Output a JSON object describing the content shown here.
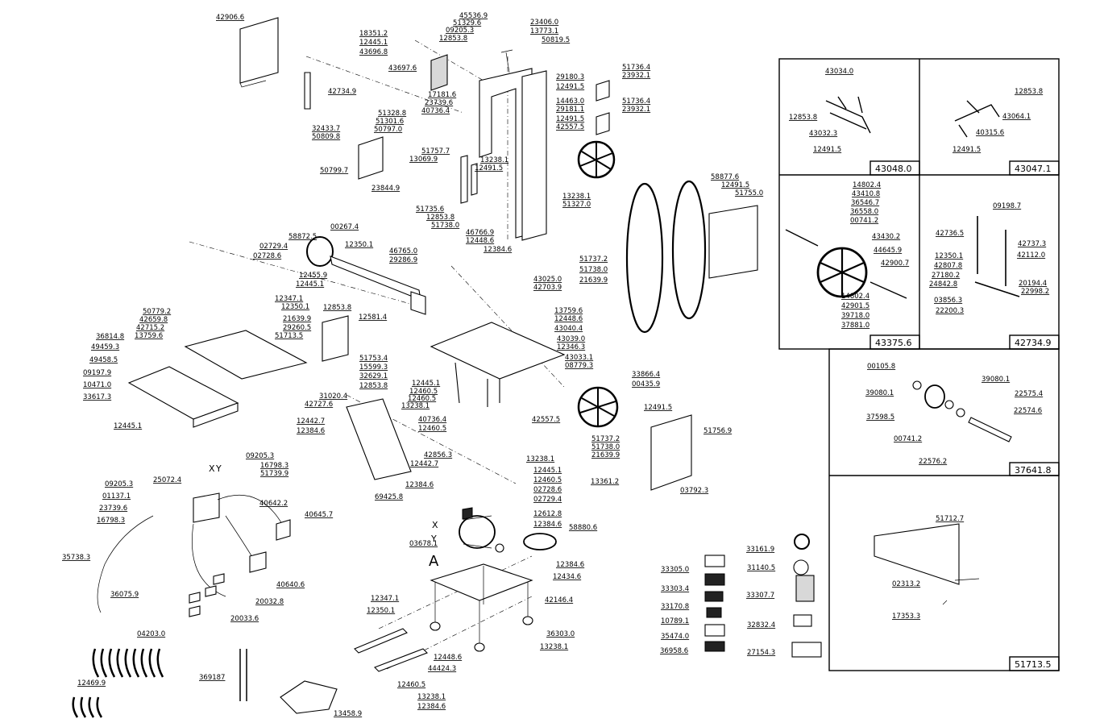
{
  "labels": [
    "42906.6",
    "42734.9",
    "32433.7",
    "50809.8",
    "50799.7",
    "18351.2",
    "12445.1",
    "43696.8",
    "43697.6",
    "45536.9",
    "51329.6",
    "09205.3",
    "12853.8",
    "23406.0",
    "13773.1",
    "50819.5",
    "17181.6",
    "23739.6",
    "40736.4",
    "51328.8",
    "51301.6",
    "50797.0",
    "29180.3",
    "12491.5",
    "14463.0",
    "29181.1",
    "12491.5",
    "42557.5",
    "51736.4",
    "23932.1",
    "51736.4",
    "23932.1",
    "51757.7",
    "13069.9",
    "13238.1",
    "12491.5",
    "23844.9",
    "13238.1",
    "51327.0",
    "51735.6",
    "12853.8",
    "51738.0",
    "00267.4",
    "58872.5",
    "02729.4",
    "02728.6",
    "12350.1",
    "46766.9",
    "12448.6",
    "12384.6",
    "46765.0",
    "29286.9",
    "12455.9",
    "12445.1",
    "58877.6",
    "12491.5",
    "51755.0",
    "51737.2",
    "51738.0",
    "21639.9",
    "43025.0",
    "42703.9",
    "12347.1",
    "12350.1",
    "12853.8",
    "12581.4",
    "50779.2",
    "42659.8",
    "42715.2",
    "13759.6",
    "21639.9",
    "29260.5",
    "51713.5",
    "36814.8",
    "49459.3",
    "49458.5",
    "09197.9",
    "10471.0",
    "33617.3",
    "12445.1",
    "13759.6",
    "12448.6",
    "43040.4",
    "43039.0",
    "12346.3",
    "43033.1",
    "08779.3",
    "51753.4",
    "15599.3",
    "32629.1",
    "12853.8",
    "12445.1",
    "12460.5",
    "12460.5",
    "13238.1",
    "31020.4",
    "42727.6",
    "33866.4",
    "00435.9",
    "12442.7",
    "12384.6",
    "40736.4",
    "12460.5",
    "42557.5",
    "12491.5",
    "51756.9",
    "42856.3",
    "12442.7",
    "12384.6",
    "13238.1",
    "51737.2",
    "51738.0",
    "21639.9",
    "13361.2",
    "03792.3",
    "09205.3",
    "16798.3",
    "51739.9",
    "25072.4",
    "09205.3",
    "01137.1",
    "23739.6",
    "16798.3",
    "40642.2",
    "40645.7",
    "69425.8",
    "12445.1",
    "12460.5",
    "02728.6",
    "02729.4",
    "12612.8",
    "12384.6",
    "58880.6",
    "03678.1",
    "35738.3",
    "36075.9",
    "40640.6",
    "20032.8",
    "20033.6",
    "12384.6",
    "12434.6",
    "42146.4",
    "12347.1",
    "12350.1",
    "36303.0",
    "13238.1",
    "12448.6",
    "44424.3",
    "12460.5",
    "13238.1",
    "12384.6",
    "04203.0",
    "12469.9",
    "369187",
    "13458.9",
    "33305.0",
    "33303.4",
    "33170.8",
    "10789.1",
    "35474.0",
    "36958.6",
    "33161.9",
    "31140.5",
    "33307.7",
    "32832.4",
    "27154.3",
    "43034.0",
    "12853.8",
    "43032.3",
    "12491.5",
    "12853.8",
    "43064.1",
    "40315.6",
    "12491.5",
    "14802.4",
    "43410.8",
    "36546.7",
    "36558.0",
    "00741.2",
    "43430.2",
    "44645.9",
    "42900.7",
    "14802.4",
    "42901.5",
    "39718.0",
    "37881.0",
    "09198.7",
    "42736.5",
    "42737.3",
    "12350.1",
    "42112.0",
    "42807.8",
    "27180.2",
    "24842.8",
    "20194.4",
    "22998.2",
    "03856.3",
    "22200.3",
    "00105.8",
    "39080.1",
    "39080.1",
    "22575.4",
    "37598.5",
    "22574.6",
    "00741.2",
    "22576.2",
    "51712.7",
    "02313.2",
    "17353.3"
  ],
  "panels": {
    "p1": "43048.0",
    "p2": "43047.1",
    "p3": "43375.6",
    "p4": "42734.9",
    "p5": "37641.8",
    "p6": "51713.5"
  },
  "markers": {
    "x1": "X",
    "y1": "Y",
    "x2": "X",
    "y2": "Y",
    "a": "A"
  }
}
